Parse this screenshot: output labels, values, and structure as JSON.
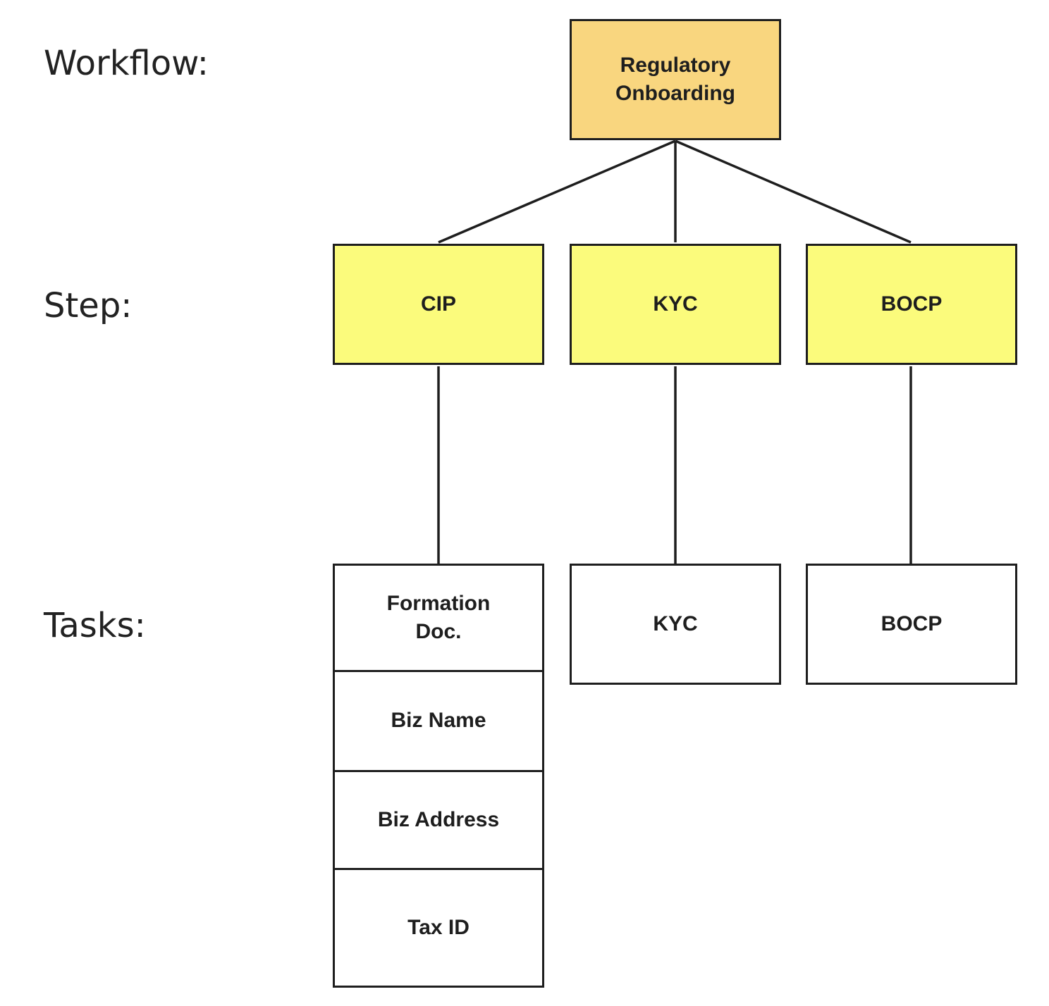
{
  "row_labels": {
    "workflow": "Workflow:",
    "step": "Step:",
    "tasks": "Tasks:"
  },
  "workflow": {
    "line1": "Regulatory",
    "line2": "Onboarding",
    "color": "#f9d67f"
  },
  "steps": [
    {
      "label": "CIP"
    },
    {
      "label": "KYC"
    },
    {
      "label": "BOCP"
    }
  ],
  "step_color": "#fbfb7c",
  "tasks": {
    "cip": [
      {
        "line1": "Formation",
        "line2": "Doc."
      },
      {
        "label": "Biz Name"
      },
      {
        "label": "Biz Address"
      },
      {
        "label": "Tax ID"
      }
    ],
    "kyc": [
      {
        "label": "KYC"
      }
    ],
    "bocp": [
      {
        "label": "BOCP"
      }
    ]
  }
}
